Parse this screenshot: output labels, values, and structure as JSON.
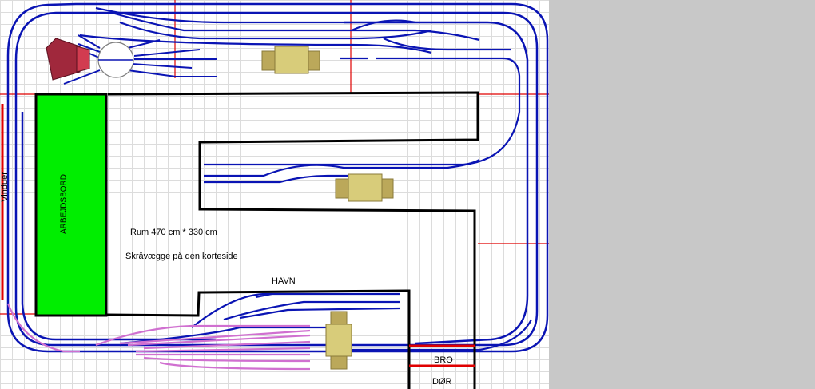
{
  "plan": {
    "room_text": "Rum  470 cm  *  330  cm",
    "slope_text": "Skråvægge på den korteside",
    "harbor_label": "HAVN",
    "bridge_label": "BRO",
    "door_label": "DØR",
    "workbench_label": "ARBEJDSBORD",
    "window_label": "Vinduer"
  },
  "colors": {
    "track": "#0a14b4",
    "siding_track": "#d070d0",
    "wall": "#000000",
    "marker": "#e00000",
    "workbench": "#00ee00",
    "locomotive": "#d8cc7a",
    "roundhouse": "#a0283c",
    "grid": "#dcdcdc",
    "pane": "#c8c8c8"
  },
  "icons": [
    "turntable-icon",
    "roundhouse-icon",
    "locomotive-icon"
  ]
}
